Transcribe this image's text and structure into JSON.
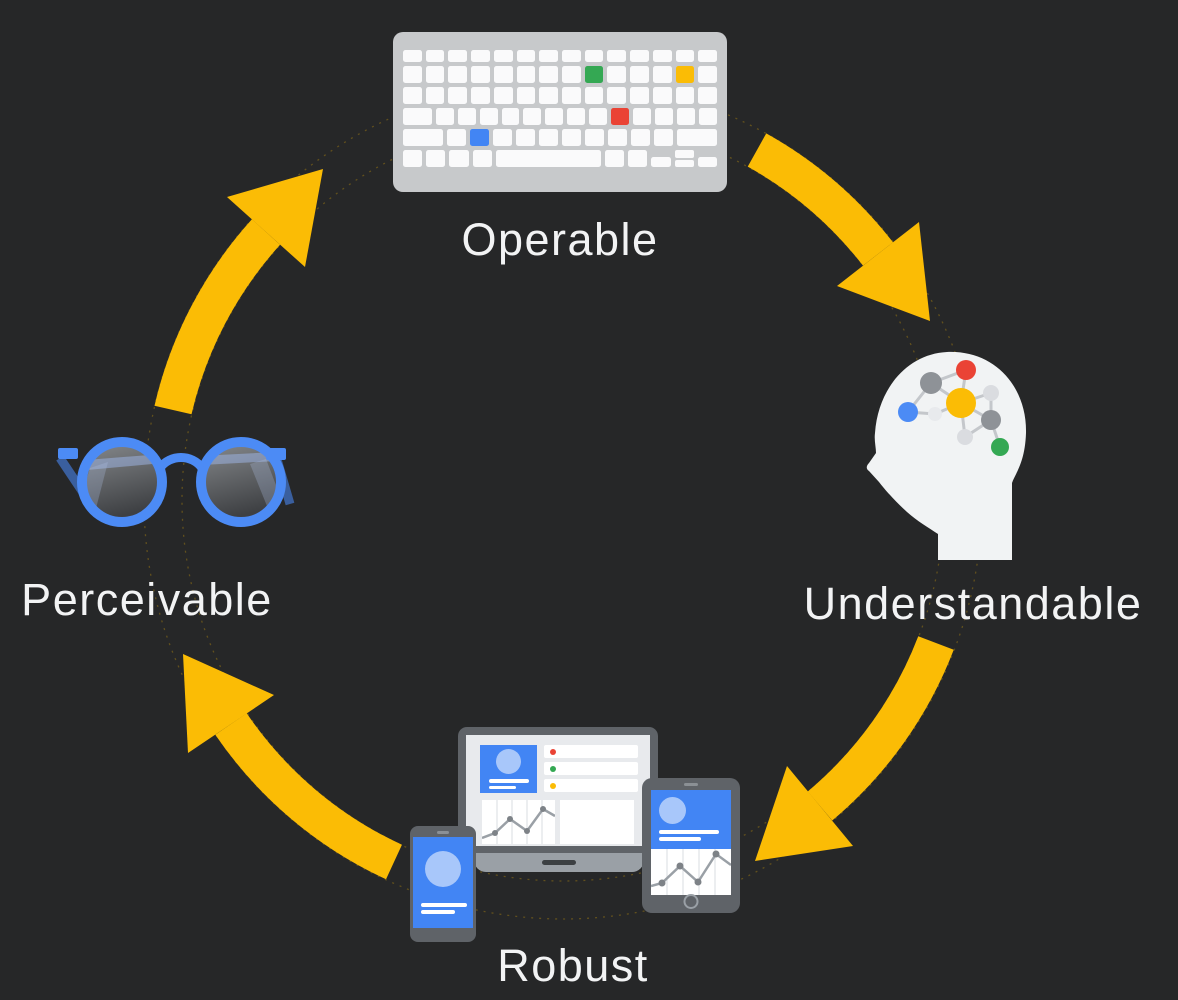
{
  "diagram_title": "POUR accessibility principles cycle",
  "palette": {
    "background": "#262728",
    "text": "#F2F3F4",
    "arrow_yellow": "#FBBC05",
    "google_blue": "#4285F4",
    "google_red": "#EA4335",
    "google_green": "#34A853",
    "google_yellow": "#FBBC05",
    "light_blue": "#A8C7FA",
    "glasses_blue": "#4C8BF5",
    "dark_gray": "#5F6368",
    "mid_gray": "#9AA0A6",
    "light_gray": "#DADCE0",
    "screen_gray": "#E8EAED",
    "keyboard_body": "#C7C9CB",
    "key_white": "#FAFAFB",
    "head_white": "#F1F3F4"
  },
  "nodes": {
    "operable": {
      "label": "Operable",
      "icon": "keyboard-icon",
      "position": "top"
    },
    "understandable": {
      "label": "Understandable",
      "icon": "head-brain-icon",
      "position": "right"
    },
    "robust": {
      "label": "Robust",
      "icon": "devices-icon",
      "position": "bottom"
    },
    "perceivable": {
      "label": "Perceivable",
      "icon": "glasses-icon",
      "position": "left"
    }
  },
  "cycle_order": [
    "Operable",
    "Understandable",
    "Robust",
    "Perceivable"
  ],
  "keyboard": {
    "highlighted_keys": [
      {
        "row": 2,
        "key": 9,
        "color_name": "google_green"
      },
      {
        "row": 2,
        "key": 13,
        "color_name": "google_yellow"
      },
      {
        "row": 4,
        "key": 10,
        "color_name": "google_red"
      },
      {
        "row": 5,
        "key": 3,
        "color_name": "google_blue"
      }
    ]
  }
}
